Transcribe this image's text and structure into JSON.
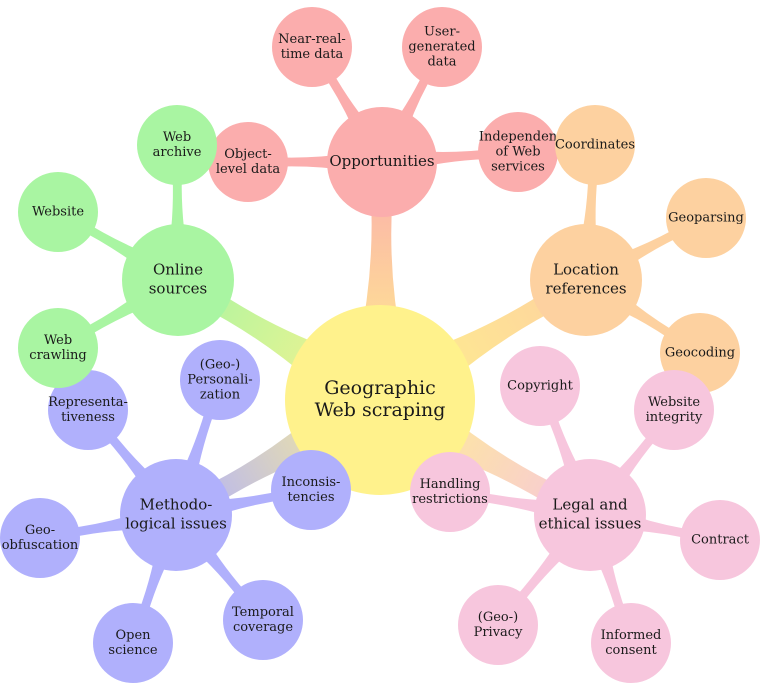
{
  "colors": {
    "center": "#fff28c",
    "opportunities": "#fbadad",
    "location": "#fdd1a0",
    "legal": "#f7c6dd",
    "methodological": "#b0b0fc",
    "online": "#a9f5a2",
    "legal_accent": "#ff8cf0"
  },
  "center": {
    "label": [
      "Geographic",
      "Web scraping"
    ]
  },
  "categories": [
    {
      "id": "opportunities",
      "label": [
        "Opportunities"
      ],
      "leaves": [
        {
          "id": "object-level-data",
          "label": [
            "Object-",
            "level data"
          ]
        },
        {
          "id": "near-real-time-data",
          "label": [
            "Near-real-",
            "time data"
          ]
        },
        {
          "id": "user-generated-data",
          "label": [
            "User-",
            "generated",
            "data"
          ]
        },
        {
          "id": "independence-of-web-services",
          "label": [
            "Independen",
            "of Web",
            "services"
          ]
        }
      ]
    },
    {
      "id": "location",
      "label": [
        "Location",
        "references"
      ],
      "leaves": [
        {
          "id": "coordinates",
          "label": [
            "Coordinates"
          ]
        },
        {
          "id": "geoparsing",
          "label": [
            "Geoparsing"
          ]
        },
        {
          "id": "geocoding",
          "label": [
            "Geocoding"
          ]
        }
      ]
    },
    {
      "id": "legal",
      "label": [
        "Legal and",
        "ethical issues"
      ],
      "leaves": [
        {
          "id": "copyright",
          "label": [
            "Copyright"
          ]
        },
        {
          "id": "website-integrity",
          "label": [
            "Website",
            "integrity"
          ]
        },
        {
          "id": "contract",
          "label": [
            "Contract"
          ]
        },
        {
          "id": "informed-consent",
          "label": [
            "Informed",
            "consent"
          ]
        },
        {
          "id": "geo-privacy",
          "label": [
            "(Geo-)",
            "Privacy"
          ]
        },
        {
          "id": "handling-restrictions",
          "label": [
            "Handling",
            "restrictions"
          ]
        }
      ]
    },
    {
      "id": "methodological",
      "label": [
        "Methodo-",
        "logical issues"
      ],
      "leaves": [
        {
          "id": "geo-personalization",
          "label": [
            "(Geo-)",
            "Personali-",
            "zation"
          ]
        },
        {
          "id": "inconsistencies",
          "label": [
            "Inconsis-",
            "tencies"
          ]
        },
        {
          "id": "temporal-coverage",
          "label": [
            "Temporal",
            "coverage"
          ]
        },
        {
          "id": "open-science",
          "label": [
            "Open",
            "science"
          ]
        },
        {
          "id": "geo-obfuscation",
          "label": [
            "Geo-",
            "obfuscation"
          ]
        },
        {
          "id": "representativeness",
          "label": [
            "Representa-",
            "tiveness"
          ]
        }
      ]
    },
    {
      "id": "online",
      "label": [
        "Online",
        "sources"
      ],
      "leaves": [
        {
          "id": "web-archive",
          "label": [
            "Web",
            "archive"
          ]
        },
        {
          "id": "website",
          "label": [
            "Website"
          ]
        },
        {
          "id": "web-crawling",
          "label": [
            "Web",
            "crawling"
          ]
        }
      ]
    }
  ]
}
